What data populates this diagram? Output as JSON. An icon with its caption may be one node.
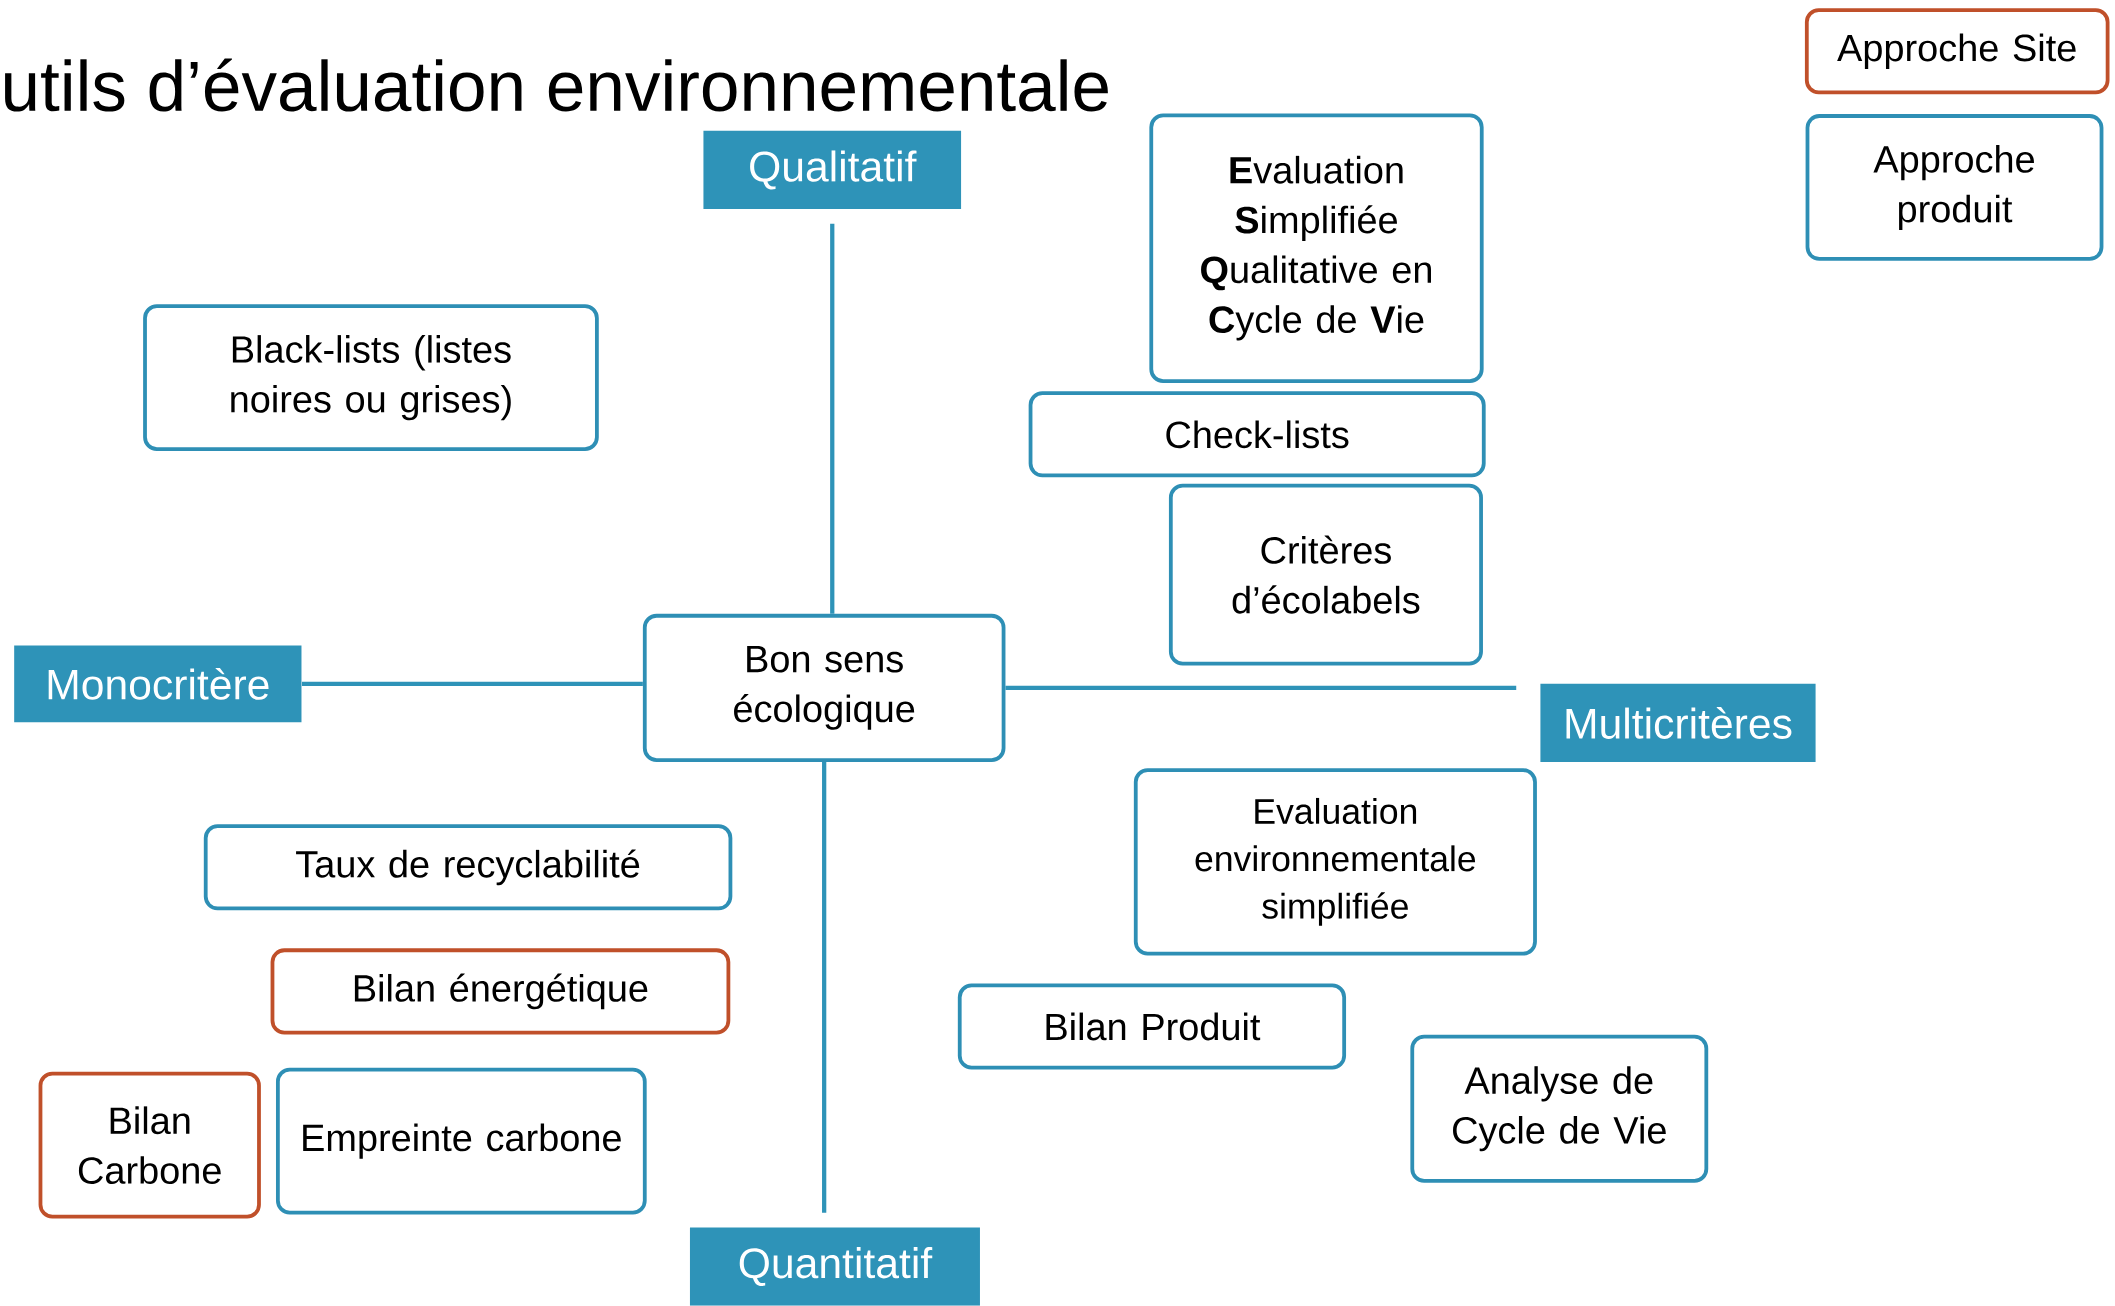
{
  "diagram": {
    "title": "utils d’évaluation environnementale",
    "nodes": [
      {
        "text": [
          "Qualitatif"
        ]
      },
      {
        "text": [
          "Approche Site"
        ]
      },
      {
        "text": [
          "Approche produit"
        ]
      },
      {
        "text": [
          "**E**valuation **S**implifiée **Q**ualitative en **C**ycle de **V**ie"
        ]
      },
      {
        "text": [
          "Black-lists (listes noires ou grises)"
        ]
      },
      {
        "text": [
          "Check-lists"
        ]
      },
      {
        "text": [
          "Critères d’écolabels"
        ]
      },
      {
        "text": [
          "Monocritère"
        ]
      },
      {
        "text": [
          "Bon sens écologique"
        ]
      },
      {
        "text": [
          "Multicritères"
        ]
      },
      {
        "text": [
          "Taux de recyclabilité"
        ]
      },
      {
        "text": [
          "Evaluation environnementale simplifiée"
        ]
      },
      {
        "text": [
          "Bilan énergétique"
        ]
      },
      {
        "text": [
          "Bilan Produit"
        ]
      },
      {
        "text": [
          "Bilan Carbone"
        ]
      },
      {
        "text": [
          "Empreinte carbone"
        ]
      },
      {
        "text": [
          "Analyse de Cycle de Vie"
        ]
      },
      {
        "text": [
          "Quantitatif"
        ]
      }
    ],
    "edges": [
      {
        "from": 0,
        "to": 8,
        "arrow": "none"
      },
      {
        "from": 7,
        "to": 8,
        "arrow": "none"
      },
      {
        "from": 8,
        "to": 9,
        "arrow": "none"
      },
      {
        "from": 8,
        "to": 17,
        "arrow": "none"
      }
    ]
  }
}
